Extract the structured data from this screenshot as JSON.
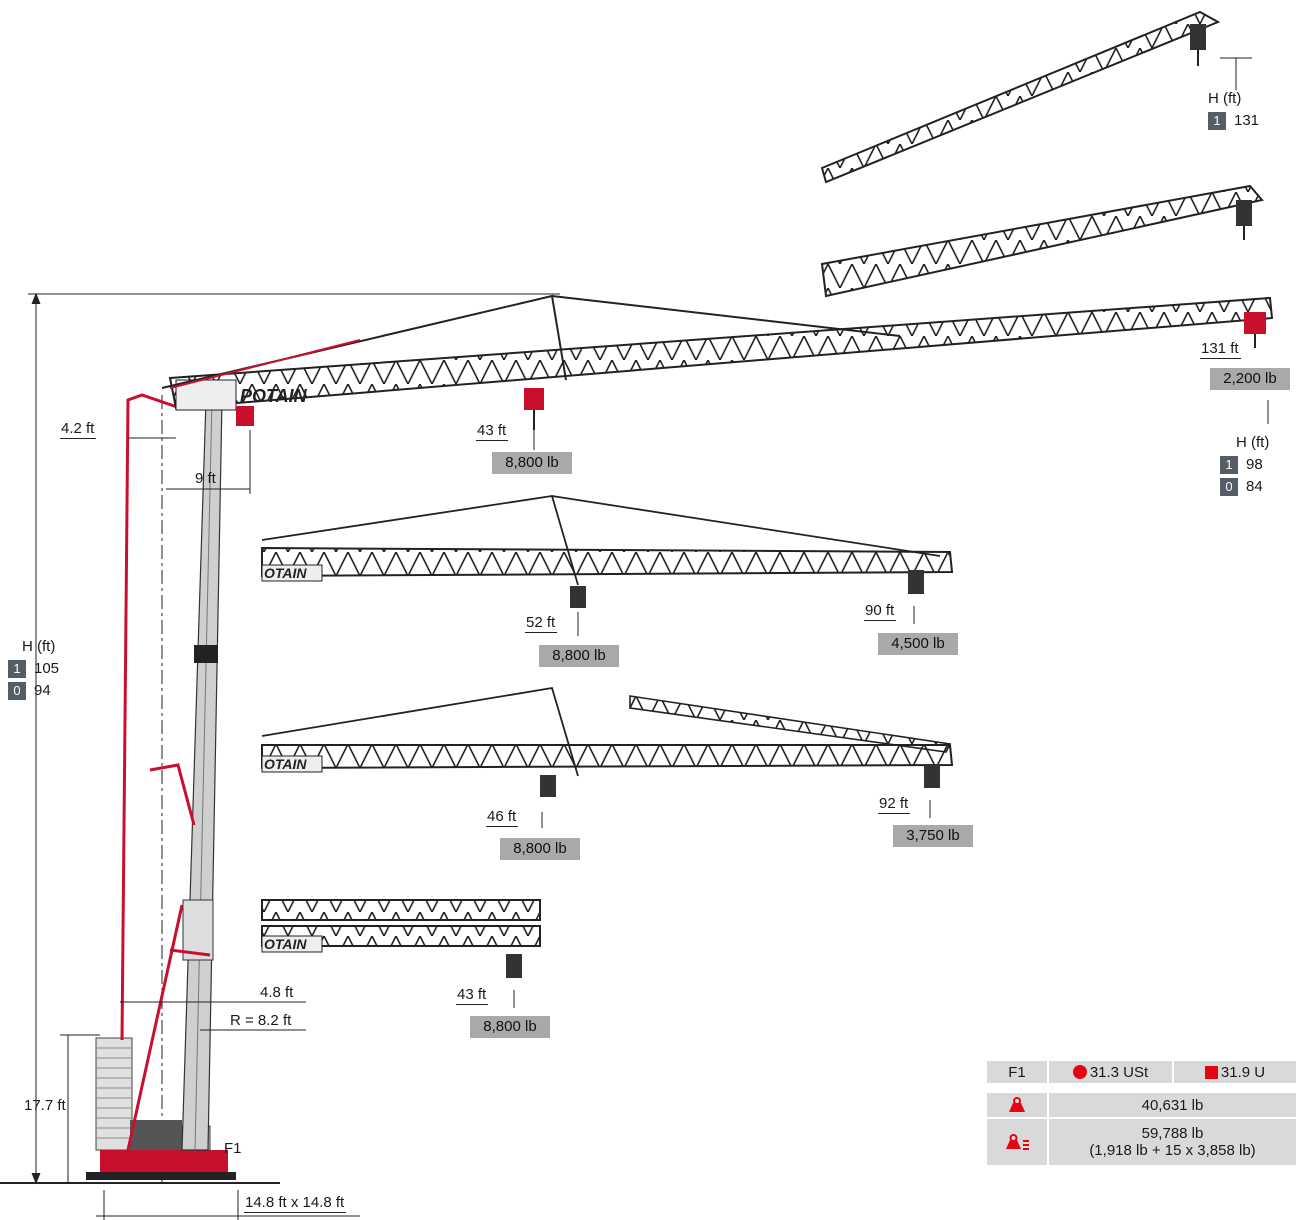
{
  "jib_top": {
    "height_label": "H (ft)",
    "heights": [
      {
        "code": "1",
        "value": "131"
      }
    ]
  },
  "jib_main": {
    "tip_radius": "131 ft",
    "tip_load": "2,200 lb",
    "height_label": "H (ft)",
    "heights": [
      {
        "code": "1",
        "value": "98"
      },
      {
        "code": "0",
        "value": "84"
      }
    ],
    "inner_radius": "43 ft",
    "inner_load": "8,800 lb"
  },
  "jib_90": {
    "inner_radius": "52 ft",
    "inner_load": "8,800 lb",
    "tip_radius": "90 ft",
    "tip_load": "4,500 lb"
  },
  "jib_92": {
    "inner_radius": "46 ft",
    "inner_load": "8,800 lb",
    "tip_radius": "92 ft",
    "tip_load": "3,750 lb"
  },
  "jib_folded": {
    "radius": "43 ft",
    "load": "8,800 lb"
  },
  "mast": {
    "height_label": "H (ft)",
    "heights": [
      {
        "code": "1",
        "value": "105"
      },
      {
        "code": "0",
        "value": "94"
      }
    ],
    "dim_tie": "4.2 ft",
    "dim_jib": "9 ft",
    "dim_tail": "4.8 ft",
    "dim_radius": "R = 8.2 ft",
    "dim_ballast_h": "17.7 ft",
    "dim_base": "14.8 ft x 14.8 ft",
    "force_label": "F1"
  },
  "spec_table": {
    "header": {
      "col1": "F1",
      "col2": "31.3 USt",
      "col3": "31.9 U"
    },
    "rows": [
      {
        "icon": "weight-icon",
        "value": "40,631 lb"
      },
      {
        "icon": "ballast-weight-icon",
        "value_line1": "59,788 lb",
        "value_line2": "(1,918 lb + 15 x 3,858 lb)"
      }
    ],
    "accent": "#e30613"
  },
  "colors": {
    "structure": "#2a2a2a",
    "accent": "#c8102e",
    "mast": "#bdbdbd",
    "label_bg": "#a9a9a9",
    "badge": "#555d66"
  }
}
